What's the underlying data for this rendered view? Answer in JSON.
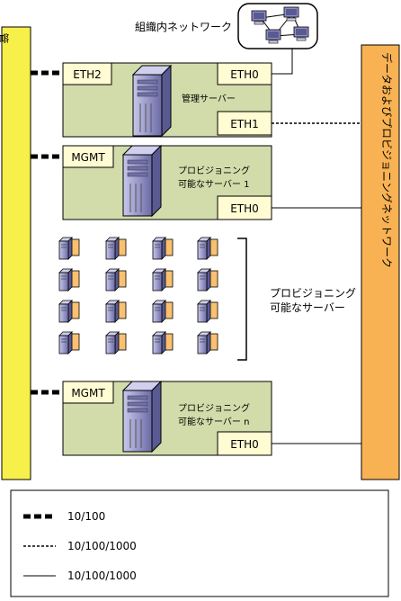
{
  "networks": {
    "management": "管理ネットワーク",
    "data_provisioning": "データおよびプロビジョニングネットワーク",
    "internal": "組織内ネットワーク"
  },
  "mgmt_server": {
    "label": "管理サーバー",
    "ports": [
      "ETH2",
      "ETH0",
      "ETH1"
    ]
  },
  "server1": {
    "label_line1": "プロビジョニング",
    "label_line2": "可能なサーバー 1",
    "ports": [
      "MGMT",
      "ETH0"
    ]
  },
  "server_group": {
    "label_line1": "プロビジョニング",
    "label_line2": "可能なサーバー"
  },
  "server_n": {
    "label_line1": "プロビジョニング",
    "label_line2": "可能なサーバー n",
    "ports": [
      "MGMT",
      "ETH0"
    ]
  },
  "legend": [
    "10/100",
    "10/100/1000",
    "10/100/1000"
  ],
  "colors": {
    "management_bar": "#f7f04a",
    "data_bar": "#f8b253",
    "box": "#d2dcaa",
    "port": "#fffbd2",
    "server": "#9090c0"
  }
}
